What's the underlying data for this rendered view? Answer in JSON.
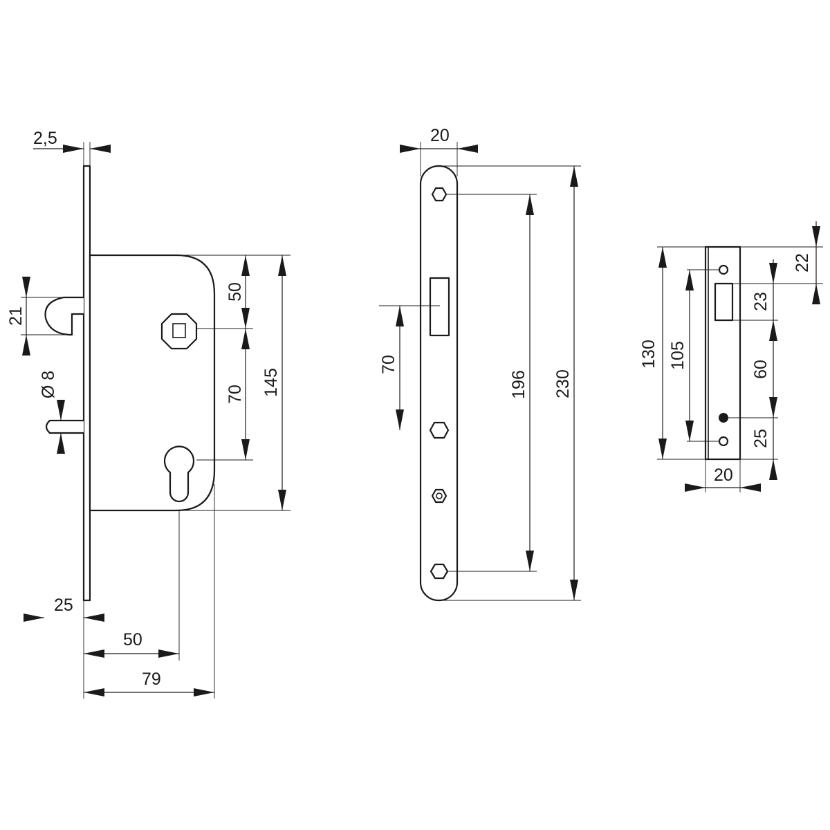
{
  "colors": {
    "ink": "#1a1a1a",
    "background": "#ffffff"
  },
  "dims": {
    "faceplate_thickness": "2,5",
    "hook_height": "21",
    "pin_diameter": "Ø 8",
    "backset_offset": "25",
    "backset": "50",
    "case_depth": "79",
    "top_to_spindle": "50",
    "spindle_to_cylinder": "70",
    "case_height": "145",
    "faceplate_width": "20",
    "faceplate_cut_height": "70",
    "screw_spacing": "196",
    "faceplate_length": "230",
    "strike_top": "22",
    "strike_slot": "23",
    "strike_mid": "60",
    "strike_lower": "25",
    "strike_height": "130",
    "strike_screw_spacing": "105",
    "strike_width": "20"
  }
}
